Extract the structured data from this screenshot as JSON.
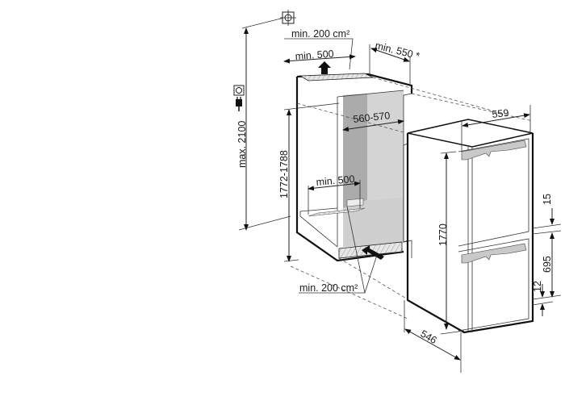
{
  "diagram": {
    "type": "installation-dimension-drawing",
    "subject": "built-in fridge-freezer niche and appliance",
    "units": "mm",
    "colors": {
      "line": "#1a1a1a",
      "niche_back_dark": "#a9a9a9",
      "niche_back_light": "#d3d3d3",
      "vent_hatch": "#c8c8c8",
      "handle_fill": "#c9c9c9"
    },
    "icons": {
      "water_connection": "crosshair-circle-icon",
      "socket": "socket-icon",
      "plug": "plug-icon",
      "airflow_out": "up-arrow-icon",
      "airflow_in": "diagonal-arrow-icon"
    },
    "labels": {
      "vent_top_area": "min. 200 cm²",
      "vent_top_depth": "min. 500",
      "side_clearance": "min. 550 *",
      "max_height": "max. 2100",
      "niche_height": "1772-1788",
      "niche_width": "560-570",
      "vent_bottom_depth": "min. 500",
      "vent_bottom_area": "min. 200 cm²",
      "appliance_width": "559",
      "appliance_height": "1770",
      "appliance_depth": "546",
      "top_gap": "15",
      "lower_door_height": "695",
      "bottom_gap": "12"
    }
  }
}
